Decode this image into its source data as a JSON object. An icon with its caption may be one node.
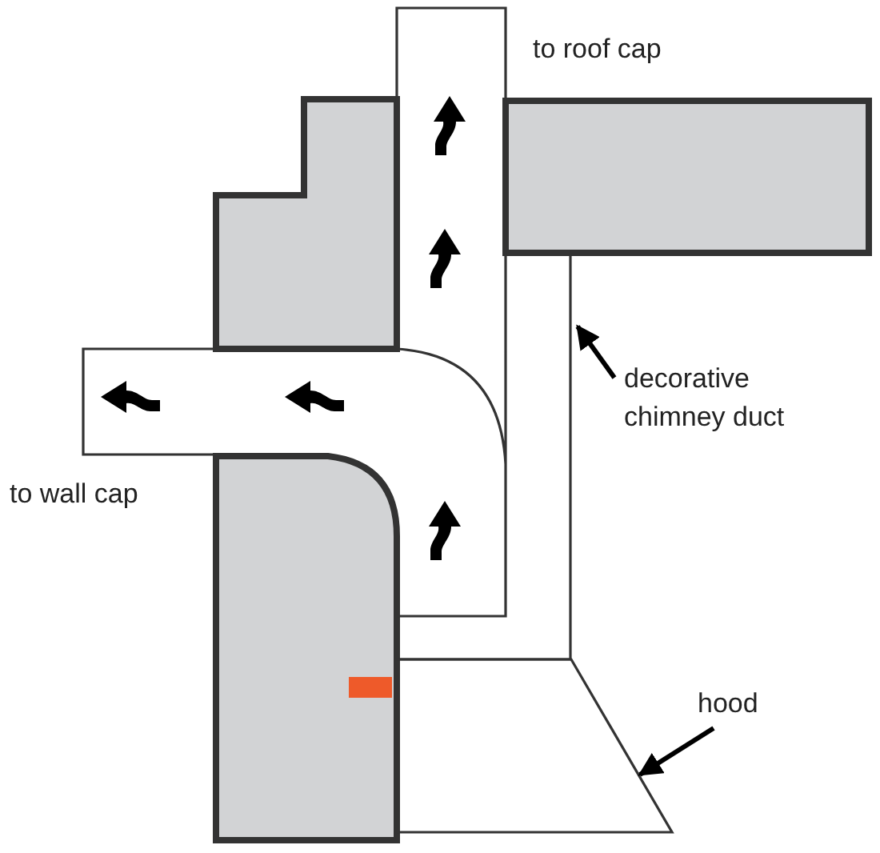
{
  "diagram": {
    "nodes": [
      {
        "text": [
          "to roof cap"
        ]
      },
      {
        "text": [
          "decorative chimney duct"
        ]
      },
      {
        "text": [
          "to wall cap"
        ]
      },
      {
        "text": [
          "hood"
        ]
      },
      {
        "text": [],
        "shape": "box"
      },
      {
        "text": [],
        "shape": "box"
      }
    ],
    "edges": [
      {
        "from": 1,
        "to": 4,
        "arrow": "to"
      },
      {
        "from": 3,
        "to": 5,
        "arrow": "to"
      }
    ]
  }
}
